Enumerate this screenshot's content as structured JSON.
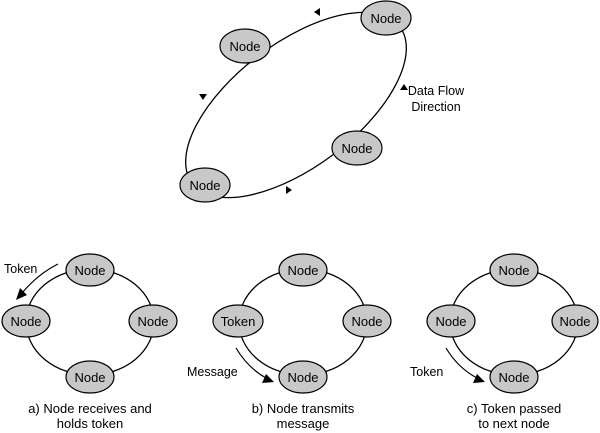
{
  "top_ring": {
    "nodes": [
      "Node",
      "Node",
      "Node",
      "Node"
    ],
    "flow_label_line1": "Data Flow",
    "flow_label_line2": "Direction"
  },
  "panel_a": {
    "nodes": [
      "Node",
      "Node",
      "Node",
      "Node"
    ],
    "arrow_label": "Token",
    "caption_line1": "a) Node receives and",
    "caption_line2": "holds token"
  },
  "panel_b": {
    "nodes": [
      "Node",
      "Token",
      "Node",
      "Node"
    ],
    "arrow_label": "Message",
    "caption_line1": "b) Node transmits",
    "caption_line2": "message"
  },
  "panel_c": {
    "nodes": [
      "Node",
      "Node",
      "Node",
      "Node"
    ],
    "arrow_label": "Token",
    "caption_line1": "c) Token passed",
    "caption_line2": "to next node"
  },
  "colors": {
    "node_fill": "#c8c8c8",
    "stroke": "#000000"
  }
}
